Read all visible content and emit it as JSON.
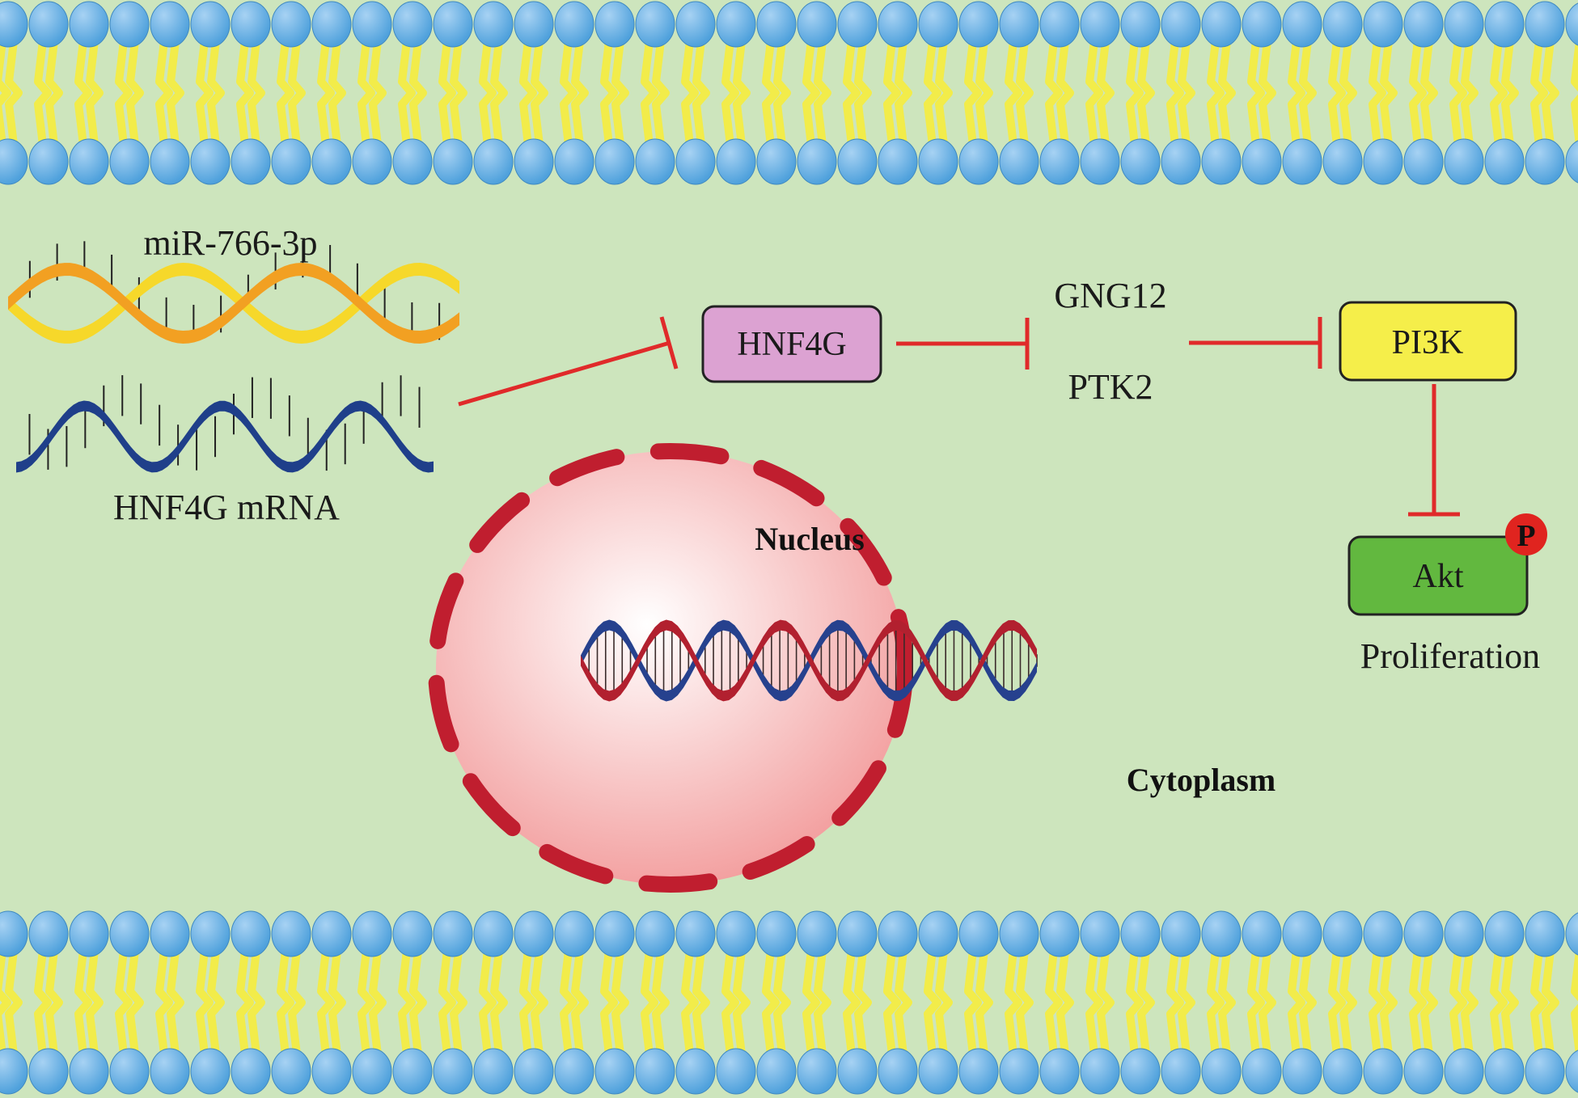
{
  "colors": {
    "cytoplasm": "#cde5bd",
    "membrane_head": "#4fa1dc",
    "membrane_head_hi": "#a7d2f3",
    "membrane_tail": "#f2ec4a",
    "membrane_tail_edge": "#b9b42b",
    "inhibit_arrow": "#e02a2a",
    "nucleus_dash": "#c01e2f",
    "nucleus_fill_center": "#ffffff",
    "nucleus_fill_edge": "#f29a9a",
    "hnf4g_box": "#dca2d2",
    "pi3k_box": "#f5ee4a",
    "akt_box": "#62b83f",
    "phospho_badge": "#e0241f",
    "mirna_strand_a": "#f6d82a",
    "mirna_strand_b": "#f2a022",
    "mrna_strand": "#1f3f8a",
    "dna_strand_a": "#b2202f",
    "dna_strand_b": "#26418e"
  },
  "labels": {
    "mirna": "miR-766-3p",
    "mrna": "HNF4G mRNA",
    "hnf4g": "HNF4G",
    "gng12": "GNG12",
    "ptk2": "PTK2",
    "pi3k": "PI3K",
    "akt": "Akt",
    "phospho": "P",
    "proliferation": "Proliferation",
    "nucleus": "Nucleus",
    "cytoplasm": "Cytoplasm"
  }
}
